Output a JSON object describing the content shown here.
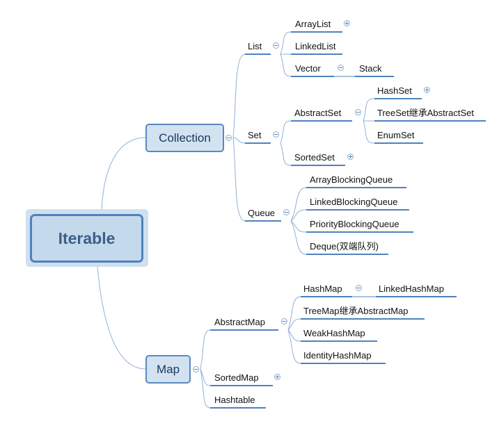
{
  "root": {
    "label": "Iterable"
  },
  "collection": {
    "label": "Collection",
    "list": {
      "label": "List",
      "arraylist": "ArrayList",
      "linkedlist": "LinkedList",
      "vector": "Vector",
      "stack": "Stack"
    },
    "set": {
      "label": "Set",
      "abstractset": "AbstractSet",
      "hashset": "HashSet",
      "treeset": "TreeSet继承AbstractSet",
      "enumset": "EnumSet",
      "sortedset": "SortedSet"
    },
    "queue": {
      "label": "Queue",
      "arrayblocking": "ArrayBlockingQueue",
      "linkedblocking": "LinkedBlockingQueue",
      "priorityblocking": "PriorityBlockingQueue",
      "deque": "Deque(双端队列)"
    }
  },
  "map": {
    "label": "Map",
    "abstractmap": {
      "label": "AbstractMap",
      "hashmap": "HashMap",
      "linkedhashmap": "LinkedHashMap",
      "treemap": "TreeMap继承AbstractMap",
      "weakhashmap": "WeakHashMap",
      "identityhashmap": "IdentityHashMap"
    },
    "sortedmap": "SortedMap",
    "hashtable": "Hashtable"
  },
  "colors": {
    "connector": "#7fa6d1",
    "underline": "#4f81bd",
    "node_fill": "#d3e2f1",
    "node_border": "#5a88bf"
  }
}
